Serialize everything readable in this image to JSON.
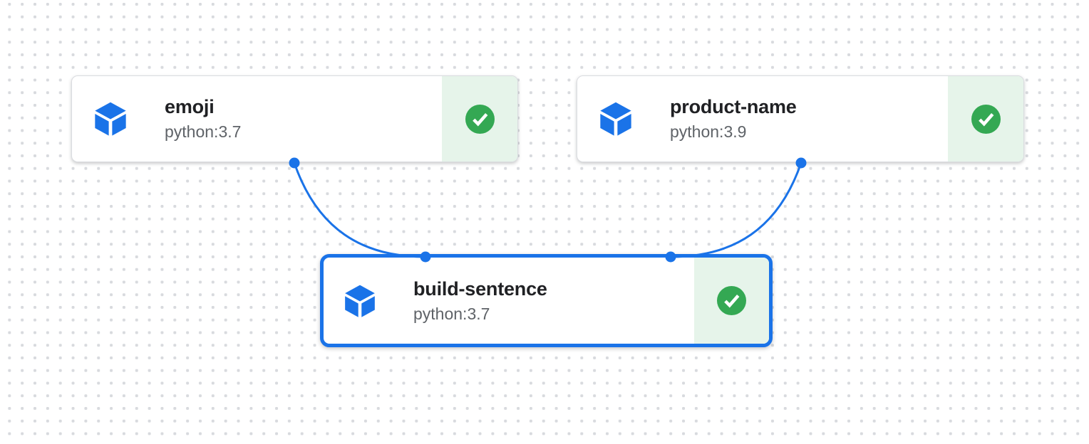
{
  "canvas": {
    "kind": "pipeline-dag-graph",
    "background_color": "#ffffff",
    "grid_dot_color": "#d8dade",
    "accent_blue": "#1a73e8",
    "success_green": "#34a853",
    "success_panel_bg": "#e6f4ea",
    "title_color": "#202124",
    "subtitle_color": "#5f6368",
    "node_border_color": "#dadce0"
  },
  "nodes": [
    {
      "title": "emoji",
      "subtitle": "python:3.7",
      "status_icon": "success-check-icon",
      "selected": false
    },
    {
      "title": "product-name",
      "subtitle": "python:3.9",
      "status_icon": "success-check-icon",
      "selected": false
    },
    {
      "title": "build-sentence",
      "subtitle": "python:3.7",
      "status_icon": "success-check-icon",
      "selected": true
    }
  ],
  "edges": [
    {
      "from": "emoji",
      "to": "build-sentence"
    },
    {
      "from": "product-name",
      "to": "build-sentence"
    }
  ],
  "icons": {
    "node_type": "package-cube-icon",
    "status": "success-check-icon",
    "port": "connection-port-dot"
  }
}
